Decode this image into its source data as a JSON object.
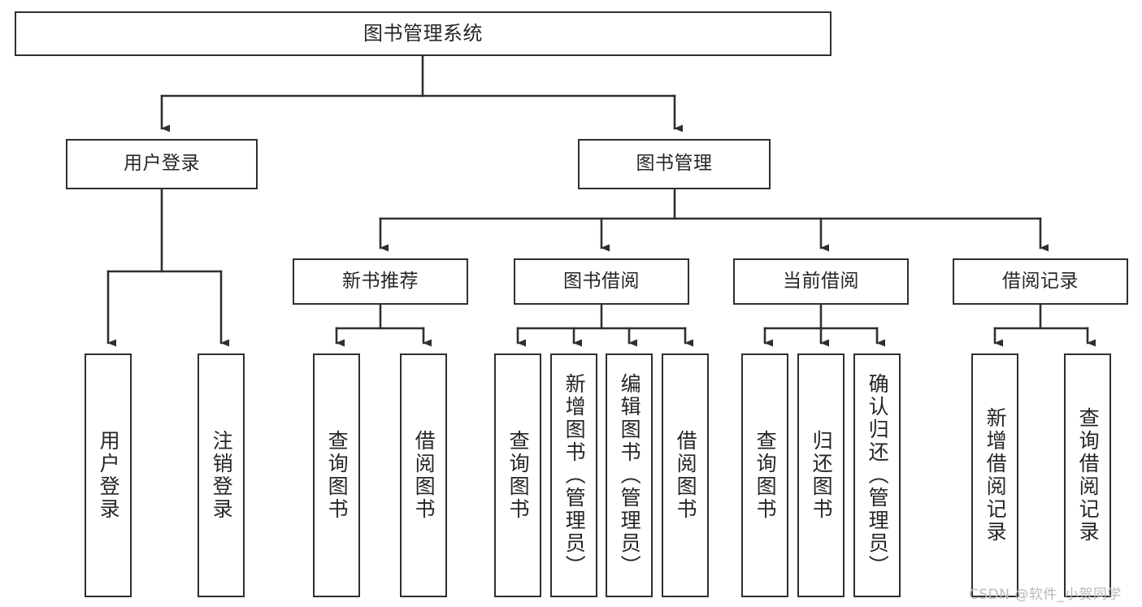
{
  "diagram": {
    "title": "图书管理系统",
    "type": "tree-hierarchy-chart",
    "orientation": "top-down",
    "colors": {
      "box_border": "#2f2f2f",
      "box_fill": "#ffffff",
      "connector": "#2f2f2f",
      "text": "#262626",
      "watermark": "#b9b9b9",
      "background": "#ffffff"
    }
  },
  "root": {
    "label": "图书管理系统"
  },
  "level2": [
    {
      "label": "用户登录"
    },
    {
      "label": "图书管理"
    }
  ],
  "level3": [
    {
      "label": "新书推荐"
    },
    {
      "label": "图书借阅"
    },
    {
      "label": "当前借阅"
    },
    {
      "label": "借阅记录"
    }
  ],
  "leaves": {
    "user_login": [
      {
        "label": "用户登录"
      },
      {
        "label": "注销登录"
      }
    ],
    "new_book_recommend": [
      {
        "label": "查询图书"
      },
      {
        "label": "借阅图书"
      }
    ],
    "book_borrow": [
      {
        "label": "查询图书"
      },
      {
        "label": "新增图书（管理员）"
      },
      {
        "label": "编辑图书（管理员）"
      },
      {
        "label": "借阅图书"
      }
    ],
    "current_borrow": [
      {
        "label": "查询图书"
      },
      {
        "label": "归还图书"
      },
      {
        "label": "确认归还（管理员）"
      }
    ],
    "borrow_record": [
      {
        "label": "新增借阅记录"
      },
      {
        "label": "查询借阅记录"
      }
    ]
  },
  "watermark": {
    "text": "CSDN @软件_小贺同学"
  }
}
